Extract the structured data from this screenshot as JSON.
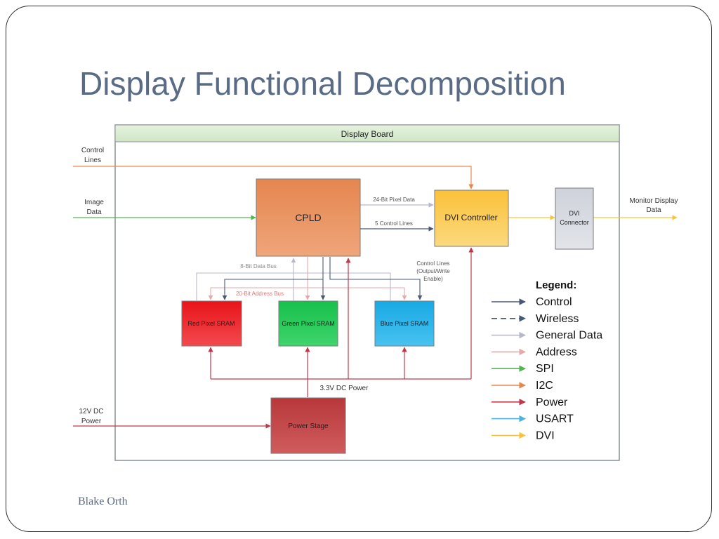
{
  "slide": {
    "title": "Display Functional Decomposition",
    "footer": "Blake Orth"
  },
  "diagram": {
    "board_title": "Display Board",
    "blocks": {
      "cpld": "CPLD",
      "dvi_controller": "DVI Controller",
      "dvi_connector": [
        "DVI",
        "Connector"
      ],
      "red_sram": "Red Pixel SRAM",
      "green_sram": "Green Pixel SRAM",
      "blue_sram": "Blue Pixel SRAM",
      "power_stage": "Power Stage"
    },
    "external_labels": {
      "control_lines": [
        "Control",
        "Lines"
      ],
      "image_data": [
        "Image",
        "Data"
      ],
      "power_12v": [
        "12V DC",
        "Power"
      ],
      "monitor_display": [
        "Monitor Display",
        "Data"
      ]
    },
    "connection_labels": {
      "pixel_data_24": "24-Bit Pixel Data",
      "control_lines_5": "5 Control Lines",
      "data_bus_8": "8-Bit Data Bus",
      "address_bus_20": "20-Bit Address Bus",
      "control_oe": [
        "Control Lines",
        "(Output/Write",
        "Enable)"
      ],
      "power_33": "3.3V DC Power"
    },
    "legend": {
      "title": "Legend:",
      "items": [
        {
          "label": "Control",
          "color": "#4a5878",
          "dashed": false
        },
        {
          "label": "Wireless",
          "color": "#4a5878",
          "dashed": true
        },
        {
          "label": "General Data",
          "color": "#b7b9c9",
          "dashed": false
        },
        {
          "label": "Address",
          "color": "#e6a8a8",
          "dashed": false
        },
        {
          "label": "SPI",
          "color": "#53b653",
          "dashed": false
        },
        {
          "label": "I2C",
          "color": "#e58a4e",
          "dashed": false
        },
        {
          "label": "Power",
          "color": "#c0394b",
          "dashed": false
        },
        {
          "label": "USART",
          "color": "#4fb3d9",
          "dashed": false
        },
        {
          "label": "DVI",
          "color": "#f5c542",
          "dashed": false
        }
      ]
    }
  }
}
